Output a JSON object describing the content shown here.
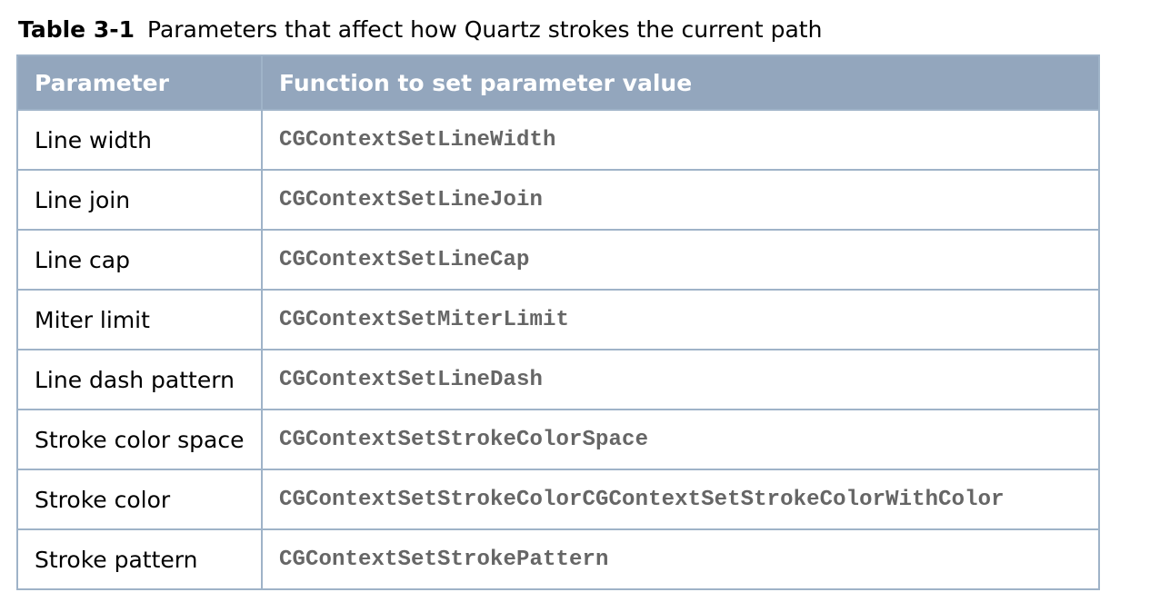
{
  "caption": {
    "label": "Table 3-1",
    "text": "Parameters that affect how Quartz strokes the current path"
  },
  "table": {
    "headers": [
      "Parameter",
      "Function to set parameter value"
    ],
    "rows": [
      {
        "parameter": "Line width",
        "function": "CGContextSetLineWidth"
      },
      {
        "parameter": "Line join",
        "function": "CGContextSetLineJoin"
      },
      {
        "parameter": "Line cap",
        "function": "CGContextSetLineCap"
      },
      {
        "parameter": "Miter limit",
        "function": "CGContextSetMiterLimit"
      },
      {
        "parameter": "Line dash pattern",
        "function": "CGContextSetLineDash"
      },
      {
        "parameter": "Stroke color space",
        "function": "CGContextSetStrokeColorSpace"
      },
      {
        "parameter": "Stroke color",
        "function": "CGContextSetStrokeColorCGContextSetStrokeColorWithColor"
      },
      {
        "parameter": "Stroke pattern",
        "function": "CGContextSetStrokePattern"
      }
    ]
  },
  "colors": {
    "header_background": "#93a6bd",
    "border": "#9fb3c8",
    "code_text": "#666666"
  }
}
